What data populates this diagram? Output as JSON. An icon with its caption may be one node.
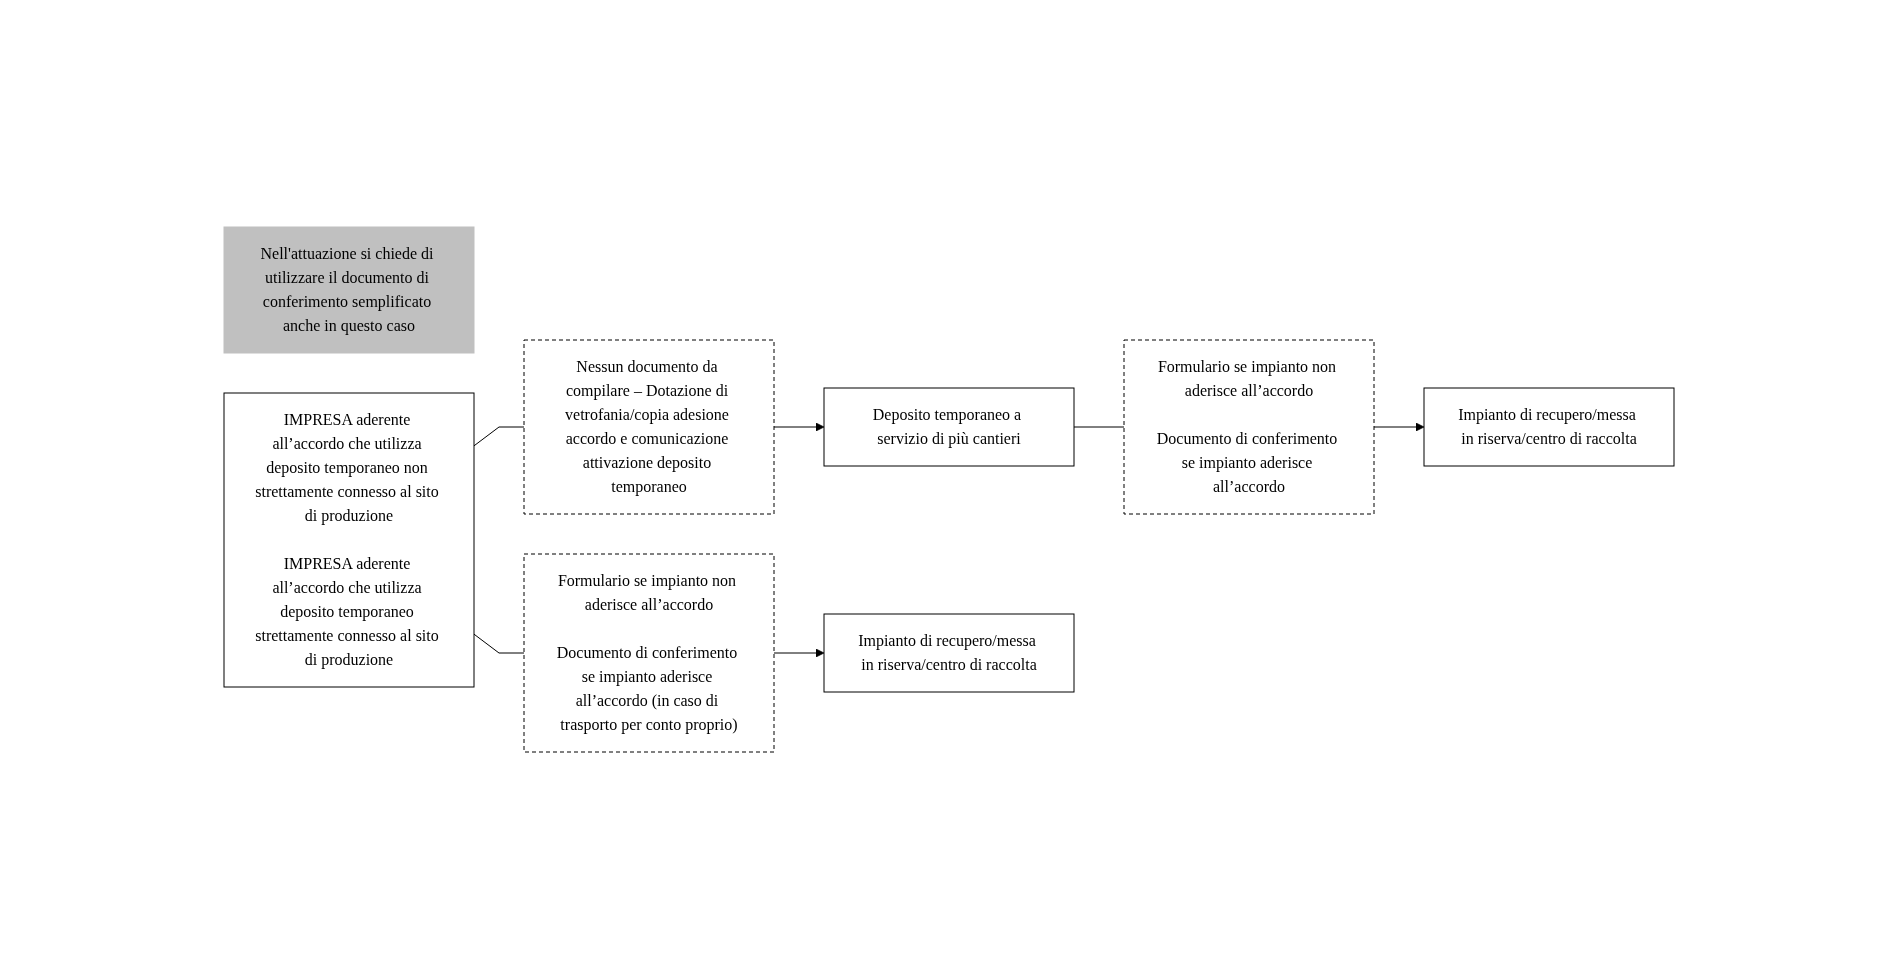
{
  "diagram": {
    "nodes": [
      {
        "text": [
          "Nell'attuazione si chiede di utilizzare il documento di conferimento semplificato anche in questo caso"
        ]
      },
      {
        "text": [
          "IMPRESA aderente all’accordo che utilizza deposito temporaneo non strettamente connesso al sito di produzione",
          "IMPRESA aderente all’accordo che utilizza deposito temporaneo strettamente connesso al sito di produzione"
        ]
      },
      {
        "text": [
          "Nessun documento da compilare – Dotazione di vetrofania/copia adesione accordo e comunicazione attivazione deposito temporaneo"
        ]
      },
      {
        "text": [
          "Deposito temporaneo a servizio di più cantieri"
        ]
      },
      {
        "text": [
          "Formulario se impianto non aderisce all’accordo",
          "Documento di conferimento se impianto aderisce all’accordo"
        ]
      },
      {
        "text": [
          "Impianto di recupero/messa in riserva/centro di raccolta"
        ]
      },
      {
        "text": [
          "Formulario se impianto non aderisce all’accordo",
          "Documento di conferimento se impianto aderisce all’accordo (in caso di trasporto per conto proprio)"
        ]
      },
      {
        "text": [
          "Impianto di recupero/messa in riserva/centro di raccolta"
        ]
      }
    ],
    "edges": [
      {
        "from": 1,
        "to": 2,
        "arrow": "none"
      },
      {
        "from": 2,
        "to": 3,
        "arrow": "to"
      },
      {
        "from": 3,
        "to": 4,
        "arrow": "none"
      },
      {
        "from": 4,
        "to": 5,
        "arrow": "to"
      },
      {
        "from": 1,
        "to": 6,
        "arrow": "none"
      },
      {
        "from": 6,
        "to": 7,
        "arrow": "to"
      }
    ]
  }
}
